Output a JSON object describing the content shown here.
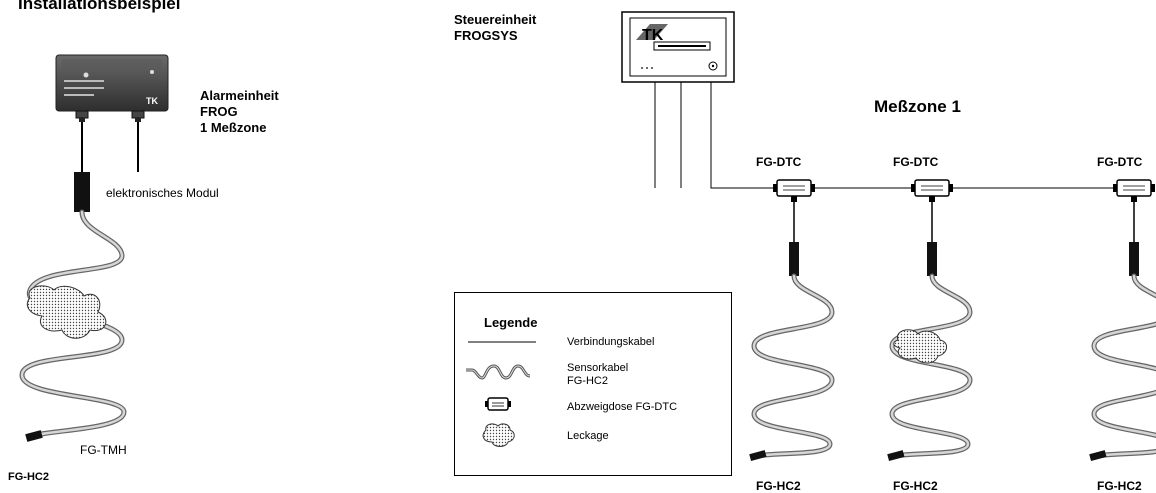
{
  "page_title": "Installationsbeispiel",
  "control_unit": {
    "line1": "Steuereinheit",
    "line2": "FROGSYS"
  },
  "alarm_unit": {
    "line1": "Alarmeinheit",
    "line2": "FROG",
    "line3": "1 Meßzone"
  },
  "module_label": "elektronisches Modul",
  "tmh_label": "FG-TMH",
  "left_cable_label": "FG-HC2",
  "zone_title": "Meßzone 1",
  "branches": [
    {
      "box_label": "FG-DTC",
      "cable_label": "FG-HC2"
    },
    {
      "box_label": "FG-DTC",
      "cable_label": "FG-HC2"
    },
    {
      "box_label": "FG-DTC",
      "cable_label": "FG-HC2"
    }
  ],
  "legend": {
    "title": "Legende",
    "items": [
      {
        "icon": "connection-cable-line",
        "label": "Verbindungskabel"
      },
      {
        "icon": "sensor-cable-wave",
        "label": "Sensorkabel\nFG-HC2"
      },
      {
        "icon": "junction-box-icon",
        "label": "Abzweigdose FG-DTC"
      },
      {
        "icon": "leak-blob-icon",
        "label": "Leckage"
      }
    ]
  },
  "colors": {
    "cable_outline": "#555555",
    "cable_fill": "#cfcfcf",
    "device_dark": "#3a3a3a"
  }
}
